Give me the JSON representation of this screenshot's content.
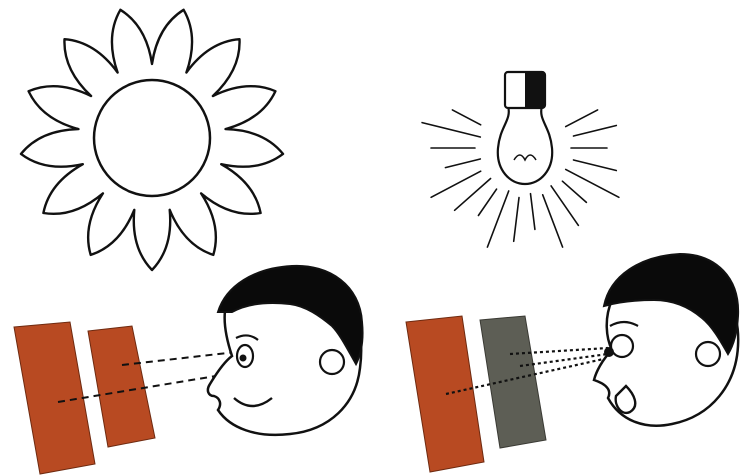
{
  "scenes": [
    {
      "light_source": "sun-icon",
      "viewer_expression": "smiling",
      "panels": [
        {
          "name": "orange-panel-left",
          "color": "#b84a22"
        },
        {
          "name": "orange-panel-right",
          "color": "#b84a22"
        }
      ]
    },
    {
      "light_source": "light-bulb-icon",
      "viewer_expression": "surprised",
      "panels": [
        {
          "name": "orange-panel",
          "color": "#b84a22"
        },
        {
          "name": "gray-panel",
          "color": "#5d5e55"
        }
      ]
    }
  ],
  "colors": {
    "ink": "#111111",
    "hair": "#0a0a0a",
    "panel_orange": "#b84a22",
    "panel_gray": "#5d5e55"
  }
}
